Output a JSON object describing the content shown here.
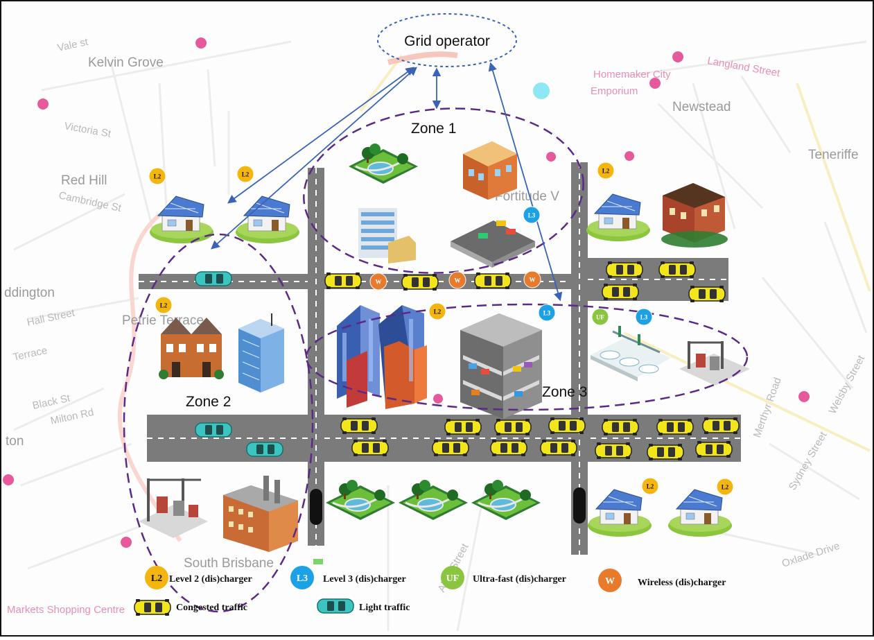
{
  "grid_operator": {
    "label": "Grid operator"
  },
  "zones": [
    {
      "label": "Zone 1"
    },
    {
      "label": "Zone 2"
    },
    {
      "label": "Zone 3"
    }
  ],
  "map_labels": [
    {
      "text": "Kelvin Grove",
      "big": true
    },
    {
      "text": "Red Hill",
      "big": true
    },
    {
      "text": "Newstead",
      "big": true
    },
    {
      "text": "Teneriffe",
      "big": true
    },
    {
      "text": "ddington",
      "big": true
    },
    {
      "text": "Petrie Terrace",
      "big": true
    },
    {
      "text": "South Brisbane",
      "big": true
    },
    {
      "text": "Fortitude V",
      "big": true
    },
    {
      "text": "ton",
      "big": true
    },
    {
      "text": "Vale st",
      "big": false
    },
    {
      "text": "Victoria St",
      "big": false
    },
    {
      "text": "Cambridge St",
      "big": false
    },
    {
      "text": "Hall Street",
      "big": false
    },
    {
      "text": "Terrace",
      "big": false
    },
    {
      "text": "Black St",
      "big": false
    },
    {
      "text": "Milton Rd",
      "big": false
    },
    {
      "text": "Langland Street",
      "big": false
    },
    {
      "text": "Homemaker City",
      "big": false
    },
    {
      "text": "Emporium",
      "big": false
    },
    {
      "text": "Merthyr Road",
      "big": false
    },
    {
      "text": "Sydney Street",
      "big": false
    },
    {
      "text": "Welsby Street",
      "big": false
    },
    {
      "text": "Oxlade Drive",
      "big": false
    },
    {
      "text": "Alice Street",
      "big": false
    },
    {
      "text": "Markets Shopping Centre",
      "big": false
    }
  ],
  "badges": {
    "l2": "L2",
    "l3": "L3",
    "uf": "UF",
    "w": "W"
  },
  "legend": {
    "items": [
      {
        "badge": "L2",
        "label": "Level 2 (dis)charger",
        "color": "#f5b50f"
      },
      {
        "badge": "L3",
        "label": "Level 3 (dis)charger",
        "color": "#1da1e6"
      },
      {
        "badge": "UF",
        "label": "Ultra-fast (dis)charger",
        "color": "#8bc53f"
      },
      {
        "badge": "W",
        "label": "Wireless (dis)charger",
        "color": "#e87a2c"
      }
    ],
    "congested": "Congested traffic",
    "light": "Light traffic"
  },
  "colors": {
    "l2": "#f5b50f",
    "l3": "#1da1e6",
    "uf": "#8bc53f",
    "w": "#e87a2c",
    "zone_dash": "#5b2a86",
    "link": "#3a63b6",
    "road": "#7b7b7b",
    "car_yellow": "#f3e51b",
    "car_teal": "#3cc5c0"
  }
}
